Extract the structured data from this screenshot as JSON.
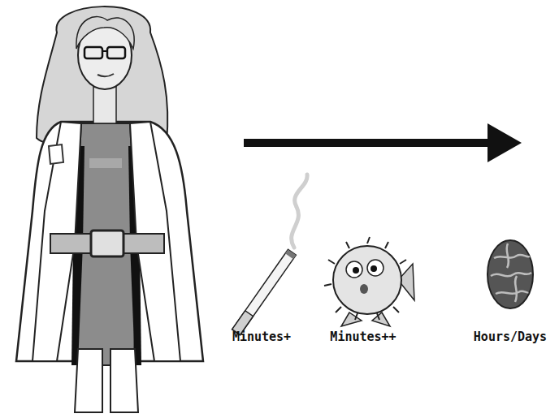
{
  "diagram": {
    "labels": [
      "Minutes+",
      "Minutes++",
      "Hours/Days"
    ]
  }
}
